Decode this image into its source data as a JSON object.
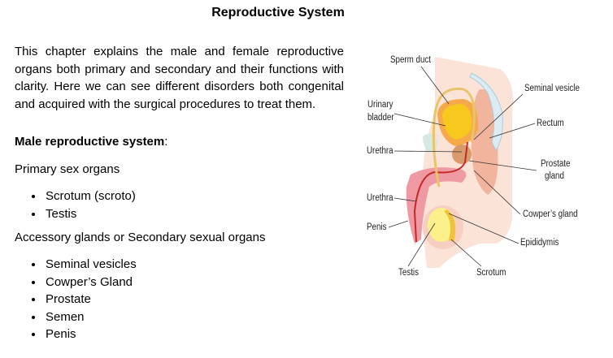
{
  "title": "Reproductive System",
  "intro": "This chapter explains the male and female reproductive organs both primary and secondary and their functions with clarity. Here we can see different disorders both congenital and acquired with the surgical procedures to treat them.",
  "male_heading": "Male reproductive system",
  "male_heading_suffix": ":",
  "primary_heading": "Primary sex organs",
  "primary_items": [
    "Scrotum (scroto)",
    "Testis"
  ],
  "accessory_heading": "Accessory glands or Secondary sexual organs",
  "accessory_items": [
    "Seminal vesicles",
    "Cowper’s Gland",
    "Prostate",
    "Semen",
    "Penis"
  ],
  "diagram": {
    "labels": {
      "sperm_duct": "Sperm duct",
      "seminal_vesicle": "Seminal vesicle",
      "urinary_bladder_1": "Urinary",
      "urinary_bladder_2": "bladder",
      "rectum": "Rectum",
      "urethra_upper": "Urethra",
      "prostate_1": "Prostate",
      "prostate_2": "gland",
      "urethra_lower": "Urethra",
      "cowpers_gland": "Cowper’s gland",
      "penis": "Penis",
      "epididymis": "Epididymis",
      "testis": "Testis",
      "scrotum": "Scrotum"
    }
  }
}
